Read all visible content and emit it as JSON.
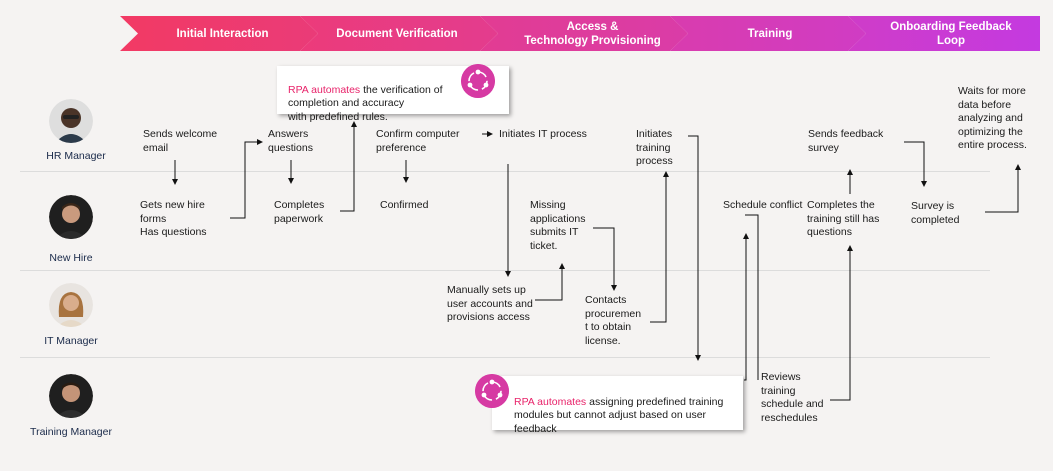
{
  "stages": [
    "Initial Interaction",
    "Document Verification",
    "Access &\nTechnology Provisioning",
    "Training",
    "Onboarding Feedback\nLoop"
  ],
  "roles": [
    "HR Manager",
    "New Hire",
    "IT Manager",
    "Training Manager"
  ],
  "steps": {
    "sends_welcome": "Sends welcome\nemail",
    "gets_forms": "Gets new hire\nforms\nHas questions",
    "answers": "Answers\nquestions",
    "completes_paperwork": "Completes\npaperwork",
    "confirm_pref": "Confirm computer\npreference",
    "confirmed": "Confirmed",
    "initiates_it": "Initiates IT process",
    "manual_setup": "Manually sets up\nuser accounts and\nprovisions access",
    "missing_apps": "Missing\napplications\nsubmits IT\nticket.",
    "contacts_proc": "Contacts\nprocuremen\nt to obtain\nlicense.",
    "initiates_training": "Initiates\ntraining\nprocess",
    "schedule_conflict": "Schedule conflict",
    "reviews_schedule": "Reviews\ntraining\nschedule and\nreschedules",
    "completes_training": "Completes the\ntraining still has\nquestions",
    "sends_feedback": "Sends feedback\nsurvey",
    "survey_completed": "Survey is\ncompleted",
    "waits": "Waits for more\ndata before\nanalyzing and\noptimizing the\nentire process."
  },
  "callouts": {
    "top": {
      "highlight": "RPA automates",
      "rest": " the verification of\ncompletion and accuracy\nwith predefined rules."
    },
    "bottom": {
      "highlight": "RPA automates",
      "rest": " assigning predefined training\nmodules  but cannot adjust based on user\nfeedback"
    }
  },
  "icons": [
    "rpa-cycle-icon",
    "person-avatar"
  ],
  "colors": {
    "stage_start": "#f2386a",
    "stage_end": "#c93ad6",
    "rpa_text": "#e8236a",
    "rpa_icon": "#d63aa3"
  }
}
